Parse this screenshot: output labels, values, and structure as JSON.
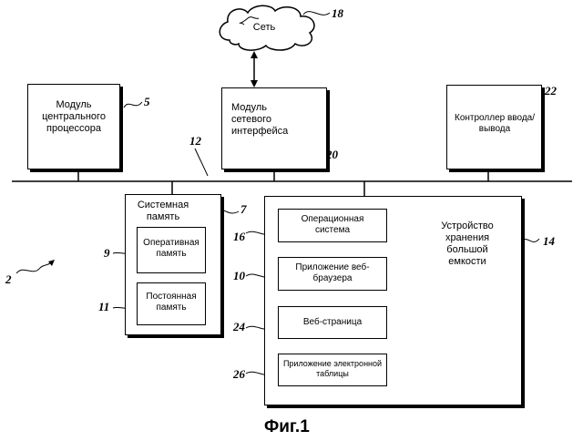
{
  "network": {
    "label": "Сеть",
    "ref": "18"
  },
  "cpu": {
    "label": "Модуль центрального процессора",
    "ref": "5"
  },
  "nic": {
    "label": "Модуль сетевого интерфейса",
    "ref": "20"
  },
  "io": {
    "label": "Контроллер ввода/вывода",
    "ref": "22"
  },
  "bus": {
    "ref": "12"
  },
  "sysmem": {
    "label": "Системная память",
    "ref": "7"
  },
  "ram": {
    "label": "Оперативная память",
    "ref": "9"
  },
  "rom": {
    "label": "Постоянная память",
    "ref": "11"
  },
  "storage": {
    "label": "Устройство хранения большой емкости",
    "ref": "14"
  },
  "os": {
    "label": "Операционная система",
    "ref": "16"
  },
  "browser": {
    "label": "Приложение веб-браузера",
    "ref": "10"
  },
  "webpage": {
    "label": "Веб-страница",
    "ref": "24"
  },
  "spreadsheet": {
    "label": "Приложение электронной таблицы",
    "ref": "26"
  },
  "system": {
    "ref": "2"
  },
  "caption": "Фиг.1"
}
